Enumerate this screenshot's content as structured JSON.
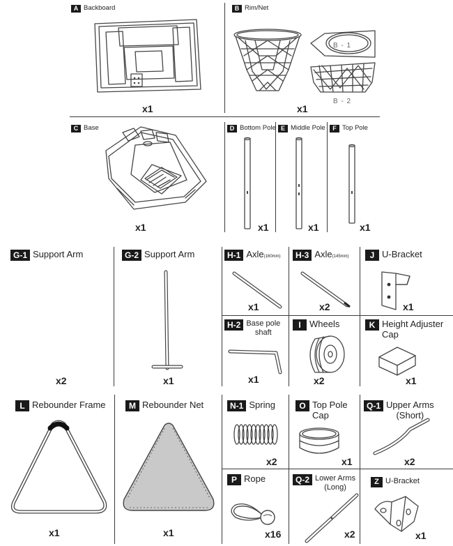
{
  "parts": {
    "A": {
      "code": "A",
      "name": "Backboard",
      "qty": "x1"
    },
    "B": {
      "code": "B",
      "name": "Rim/Net",
      "qty": "x1",
      "sub1": "B - 1",
      "sub2": "B - 2"
    },
    "C": {
      "code": "C",
      "name": "Base",
      "qty": "x1"
    },
    "D": {
      "code": "D",
      "name": "Bottom Pole",
      "qty": "x1"
    },
    "E": {
      "code": "E",
      "name": "Middle Pole",
      "qty": "x1"
    },
    "F": {
      "code": "F",
      "name": "Top Pole",
      "qty": "x1"
    },
    "G1": {
      "code": "G-1",
      "name": "Support Arm",
      "qty": "x2"
    },
    "G2": {
      "code": "G-2",
      "name": "Support Arm",
      "qty": "x1"
    },
    "H1": {
      "code": "H-1",
      "name": "Axle",
      "size": "(160mm)",
      "qty": "x1"
    },
    "H3": {
      "code": "H-3",
      "name": "Axle",
      "size": "(145mm)",
      "qty": "x2"
    },
    "J": {
      "code": "J",
      "name": "U-Bracket",
      "qty": "x1"
    },
    "H2": {
      "code": "H-2",
      "name": "Base pole",
      "name2": "shaft",
      "qty": "x1"
    },
    "I": {
      "code": "I",
      "name": "Wheels",
      "qty": "x2"
    },
    "K": {
      "code": "K",
      "name": "Height Adjuster",
      "name2": "Cap",
      "qty": "x1"
    },
    "L": {
      "code": "L",
      "name": "Rebounder Frame",
      "qty": "x1"
    },
    "M": {
      "code": "M",
      "name": "Rebounder Net",
      "qty": "x1"
    },
    "N1": {
      "code": "N-1",
      "name": "Spring",
      "qty": "x2"
    },
    "O": {
      "code": "O",
      "name": "Top Pole",
      "name2": "Cap",
      "qty": "x1"
    },
    "Q1": {
      "code": "Q-1",
      "name": "Upper Arms",
      "name2": "(Short)",
      "qty": "x2"
    },
    "P": {
      "code": "P",
      "name": "Rope",
      "qty": "x16"
    },
    "Q2": {
      "code": "Q-2",
      "name": "Lower Arms",
      "name2": "(Long)",
      "qty": "x2"
    },
    "Z": {
      "code": "Z",
      "name": "U-Bracket",
      "qty": "x1"
    }
  },
  "colors": {
    "badge": "#1a1a1a",
    "line": "#3a3a3a",
    "net_fill": "#c9c9c9",
    "frame_pad": "#111111"
  }
}
